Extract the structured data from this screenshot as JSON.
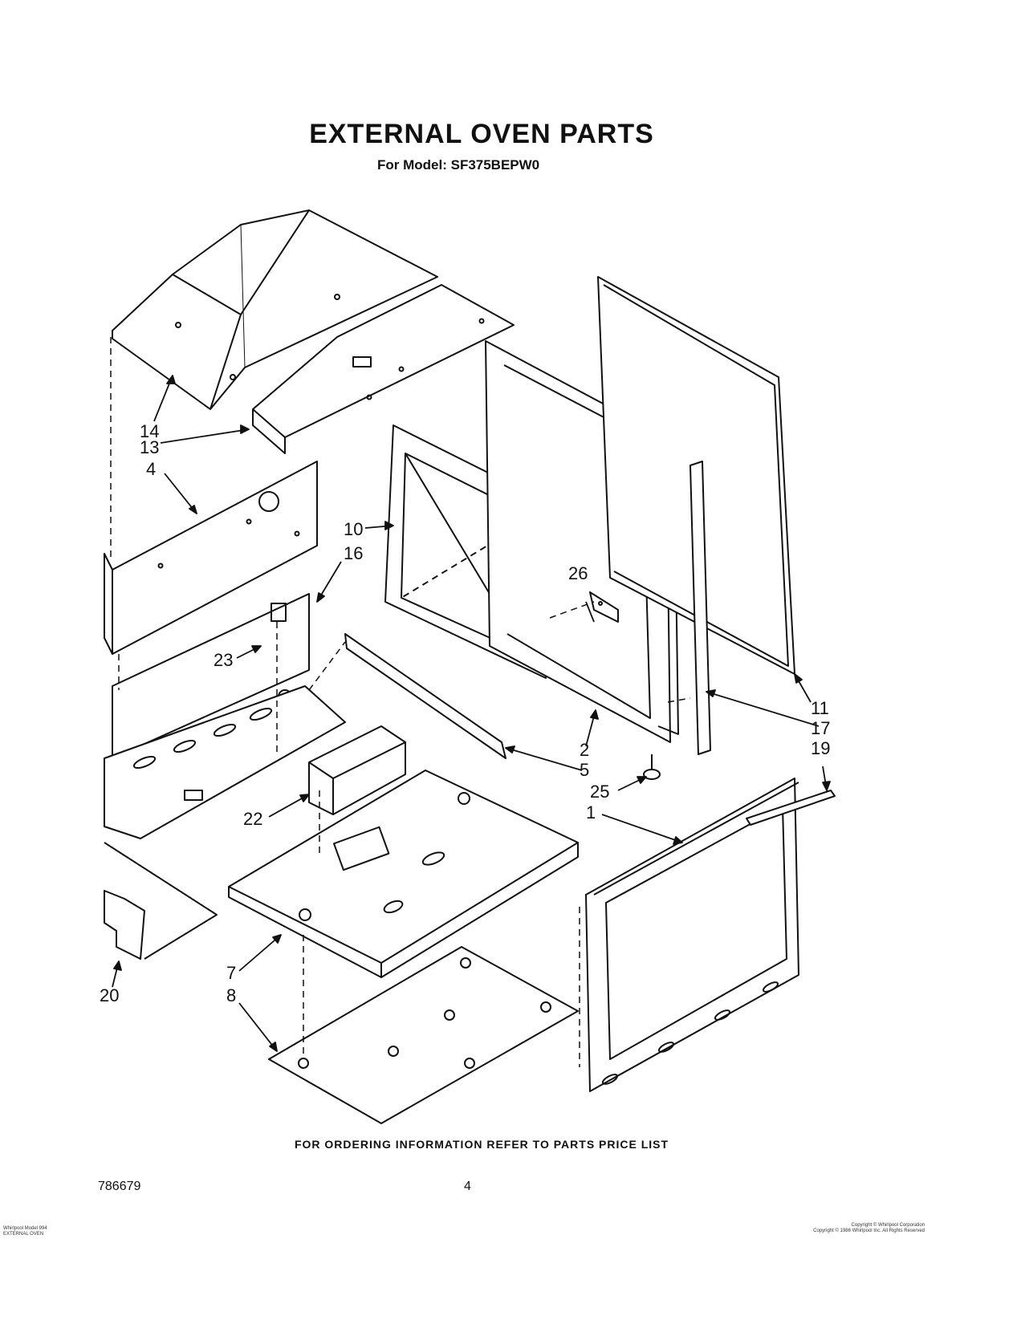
{
  "header": {
    "title": "EXTERNAL OVEN PARTS",
    "model_line": "For Model: SF375BEPW0"
  },
  "part_labels": {
    "p14": "14",
    "p13": "13",
    "p4": "4",
    "p10": "10",
    "p16": "16",
    "p26": "26",
    "p23": "23",
    "p11": "11",
    "p17": "17",
    "p19": "19",
    "p2": "2",
    "p5": "5",
    "p25": "25",
    "p1": "1",
    "p22": "22",
    "p7": "7",
    "p8": "8",
    "p20": "20"
  },
  "footer": {
    "ordering_note": "FOR ORDERING INFORMATION REFER TO PARTS PRICE LIST",
    "doc_number": "786679",
    "page_number": "4"
  },
  "fine_print": {
    "left_line1": "Whirlpool Model 994",
    "left_line2": "EXTERNAL OVEN",
    "right_line1": "Copyright © Whirlpool Corporation",
    "right_line2": "Copyright © 1986 Whirlpool Inc. All Rights Reserved"
  }
}
